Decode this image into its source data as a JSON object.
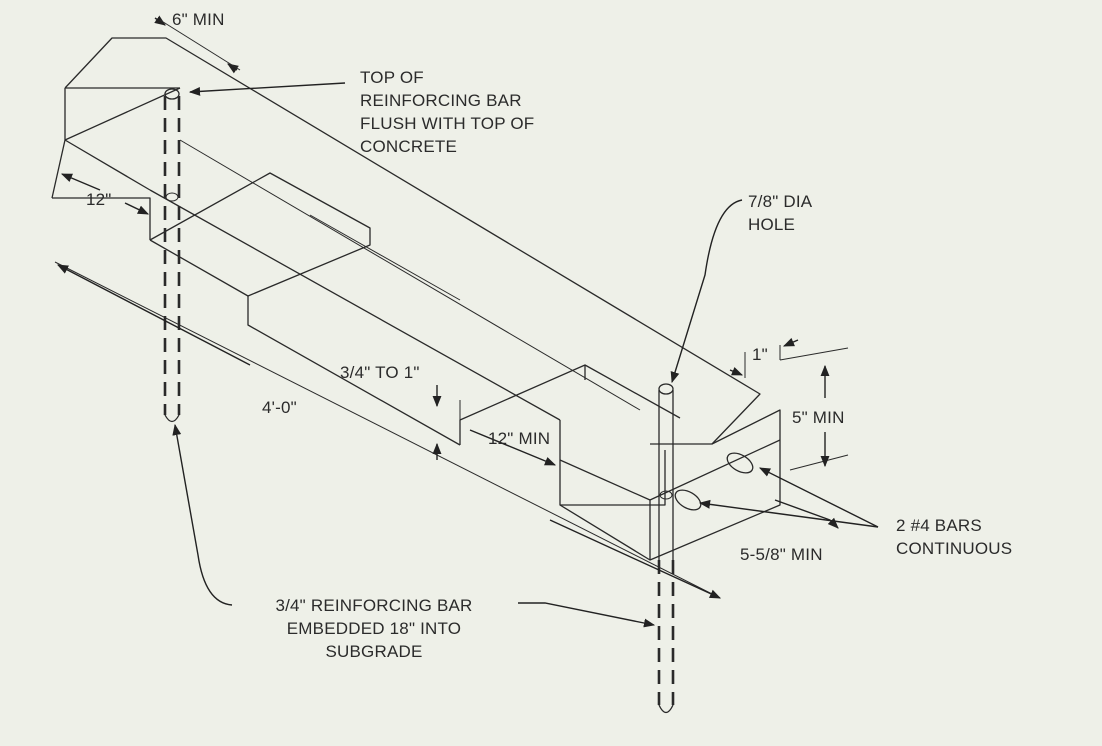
{
  "labels": {
    "six_min": "6\" MIN",
    "top_of_bar": [
      "TOP OF",
      "REINFORCING BAR",
      "FLUSH WITH TOP OF",
      "CONCRETE"
    ],
    "twelve_in": "12\"",
    "hole": [
      "7/8\" DIA",
      "HOLE"
    ],
    "three_quarter_to_one": "3/4\" TO 1\"",
    "four_ft": "4'-0\"",
    "one_in": "1\"",
    "five_min": "5\" MIN",
    "twelve_min": "12\" MIN",
    "two_bars": [
      "2 #4 BARS",
      "CONTINUOUS"
    ],
    "five_five_eighths": "5-5/8\" MIN",
    "rebar_embedded": [
      "3/4\" REINFORCING BAR",
      "EMBEDDED 18\" INTO",
      "SUBGRADE"
    ]
  }
}
